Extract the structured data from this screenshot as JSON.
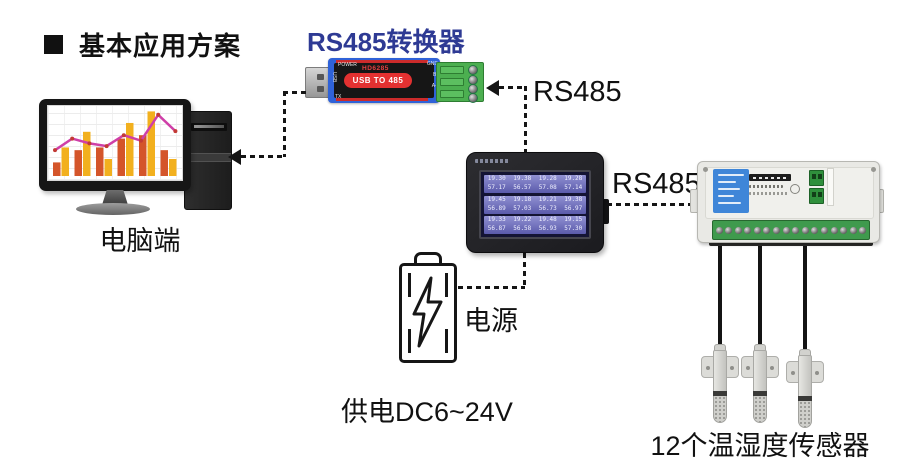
{
  "title": "基本应用方案",
  "computer": {
    "label": "电脑端"
  },
  "converter": {
    "title": "RS485转换器",
    "model": "HD6285",
    "usb_text": "USB TO 485",
    "power_label": "POWER",
    "tx_label": "TX",
    "usb_plug_label": "USB",
    "pin_labels": [
      "GND",
      "B-",
      "A+"
    ]
  },
  "links": {
    "rs485_top": "RS485",
    "rs485_right": "RS485"
  },
  "power": {
    "label": "电源",
    "supply": "供电DC6~24V"
  },
  "sensors": {
    "caption": "12个温湿度传感器",
    "drawn_count": 3
  },
  "display_screen": {
    "groups": [
      {
        "temps": [
          "19.30",
          "19.38",
          "19.28",
          "19.28"
        ],
        "hums": [
          "57.17",
          "56.57",
          "57.08",
          "57.14"
        ]
      },
      {
        "temps": [
          "19.45",
          "19.18",
          "19.21",
          "19.38"
        ],
        "hums": [
          "56.89",
          "57.03",
          "56.73",
          "56.97"
        ]
      },
      {
        "temps": [
          "19.33",
          "19.22",
          "19.48",
          "19.15"
        ],
        "hums": [
          "56.87",
          "56.58",
          "56.93",
          "57.30"
        ]
      }
    ]
  },
  "monitor_chart": {
    "type": "bar+line",
    "bar_pairs": [
      [
        20,
        42
      ],
      [
        38,
        65
      ],
      [
        42,
        25
      ],
      [
        55,
        78
      ],
      [
        60,
        95
      ],
      [
        38,
        25
      ]
    ],
    "bar_colors": [
      "#d4552a",
      "#f2b01e"
    ],
    "line_color": "#cf3fa8",
    "marker_color": "#c23a35",
    "line_values": [
      38,
      55,
      48,
      44,
      60,
      52,
      90,
      66
    ]
  },
  "colors": {
    "converter_title_blue": "#2e3a94",
    "converter_body_blue": "#2f62d8",
    "converter_red": "#e33131",
    "terminal_green": "#4caf50",
    "module_label_blue": "#3f86d8",
    "screen_band_blue": "#7d7dc4",
    "screen_bg": "#141434",
    "dash_black": "#151515"
  }
}
